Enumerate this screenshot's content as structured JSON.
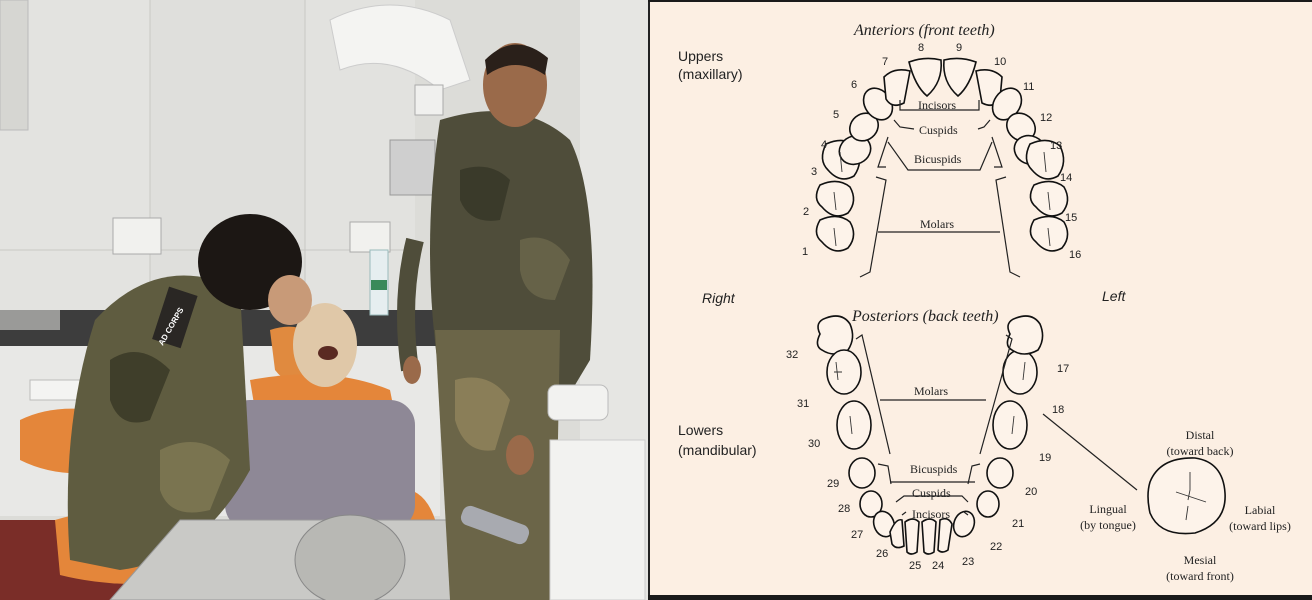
{
  "photo": {
    "description": "Army dental officer examining a child patient in a dental chair while a soldier in camouflage looks on",
    "shoulder_patch_text": "AD CORPS",
    "colors": {
      "wall": "#dcdcd8",
      "chair": "#e48a3a",
      "camouflage": "#5b5a3e",
      "shirt": "#8e8896"
    }
  },
  "chart": {
    "background": "#fcefe3",
    "upper_title": "Anteriors (front teeth)",
    "lower_title": "Posteriors (back teeth)",
    "uppers_label": "Uppers",
    "uppers_sub": "(maxillary)",
    "lowers_label": "Lowers",
    "lowers_sub": "(mandibular)",
    "right_label": "Right",
    "left_label": "Left",
    "upper_groups": {
      "incisors": "Incisors",
      "cuspids": "Cuspids",
      "bicuspids": "Bicuspids",
      "molars": "Molars"
    },
    "lower_groups": {
      "molars": "Molars",
      "bicuspids": "Bicuspids",
      "cuspids": "Cuspids",
      "incisors": "Incisors"
    },
    "upper_numbers": [
      "1",
      "2",
      "3",
      "4",
      "5",
      "6",
      "7",
      "8",
      "9",
      "10",
      "11",
      "12",
      "13",
      "14",
      "15",
      "16"
    ],
    "lower_numbers": [
      "17",
      "18",
      "19",
      "20",
      "21",
      "22",
      "23",
      "24",
      "25",
      "26",
      "27",
      "28",
      "29",
      "30",
      "31",
      "32"
    ],
    "surfaces": {
      "distal": "Distal",
      "distal_sub": "(toward back)",
      "mesial": "Mesial",
      "mesial_sub": "(toward front)",
      "lingual": "Lingual",
      "lingual_sub": "(by tongue)",
      "labial": "Labial",
      "labial_sub": "(toward lips)"
    }
  }
}
